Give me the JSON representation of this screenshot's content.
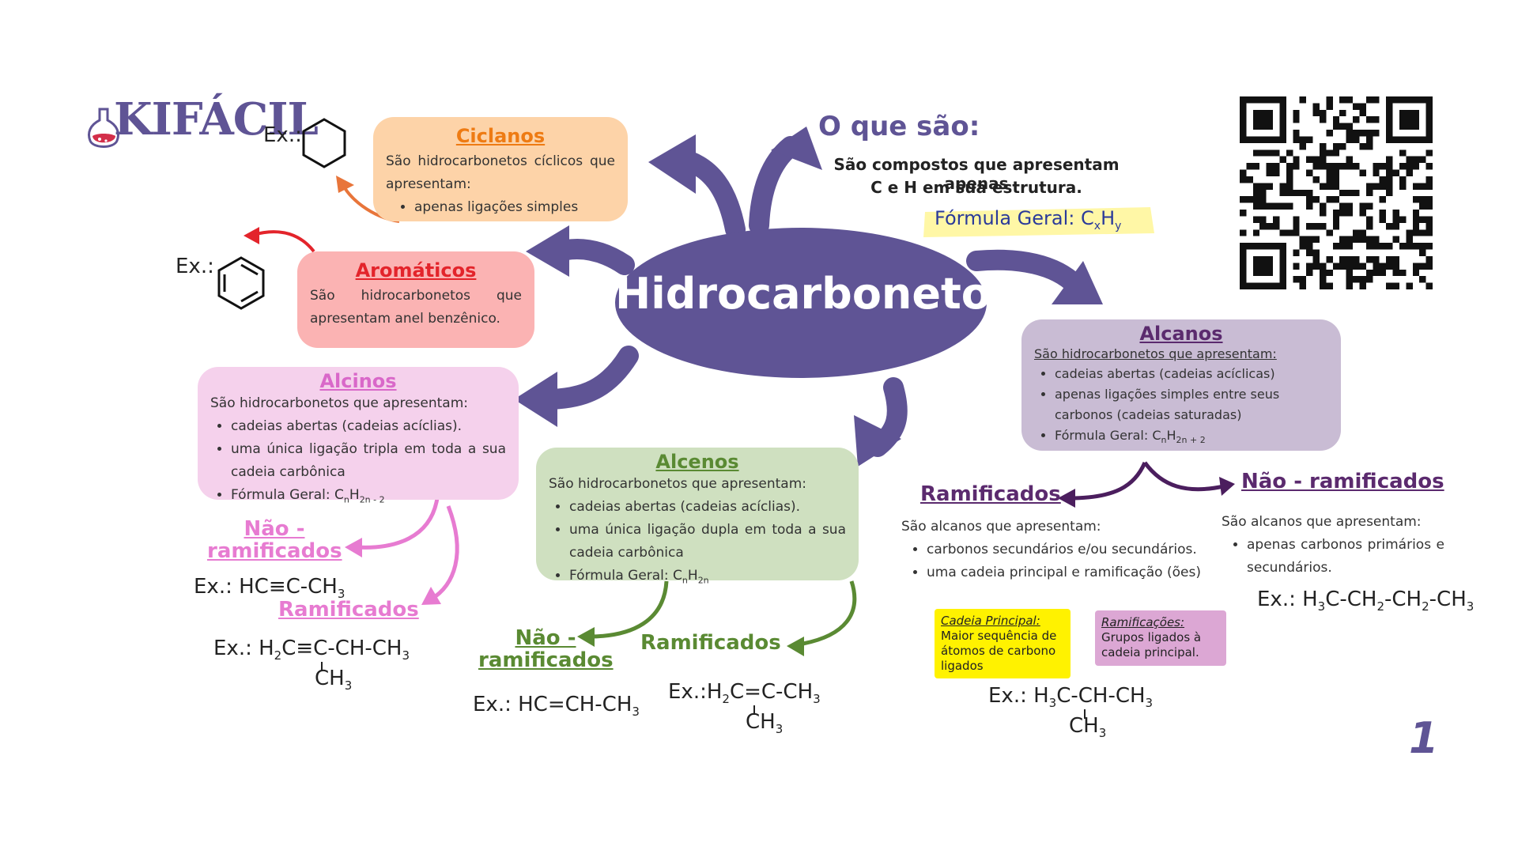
{
  "brand": {
    "name": "KIFÁCIL"
  },
  "center": {
    "title": "Hidrocarbonetos"
  },
  "intro": {
    "heading": "O que são:",
    "text_line1": "São compostos que apresentam apenas",
    "text_line2": "C e H em sua estrutura.",
    "formula_label": "Fórmula Geral:",
    "formula_c": "C",
    "formula_x": "x",
    "formula_h": "H",
    "formula_y": "y"
  },
  "ciclanos": {
    "example_label": "Ex.:",
    "title": "Ciclanos",
    "text": "São hidrocarbonetos cíclicos que apresentam:",
    "items": [
      "apenas ligações simples"
    ]
  },
  "aromaticos": {
    "example_label": "Ex.:",
    "title": "Aromáticos",
    "text": "São hidrocarbonetos que apresentam anel benzênico."
  },
  "alcinos": {
    "title": "Alcinos",
    "text": "São hidrocarbonetos que apresentam:",
    "items": [
      "cadeias abertas (cadeias acíclias).",
      "uma única ligação tripla em toda a sua cadeia carbônica"
    ],
    "formula_prefix": "Fórmula Geral: C",
    "formula_n": "n",
    "formula_h": "H",
    "formula_sub": "2n - 2",
    "nao_ramificados": "Não - ramificados",
    "ramificados": "Ramificados",
    "ex1_label": "Ex.:",
    "ex1_formula": "HC≡C-CH",
    "ex1_sub": "3",
    "ex2_label": "Ex.:",
    "ex2_h": "H",
    "ex2_sub1": "2",
    "ex2_rest": "C≡C-CH-CH",
    "ex2_sub2": "3",
    "ex2_branch": "CH",
    "ex2_branch_sub": "3"
  },
  "alcenos": {
    "title": "Alcenos",
    "text": "São hidrocarbonetos que apresentam:",
    "items": [
      "cadeias abertas (cadeias acíclias).",
      "uma única ligação dupla em toda a sua cadeia carbônica"
    ],
    "formula_prefix": "Fórmula Geral: C",
    "formula_n": "n",
    "formula_h": "H",
    "formula_sub": "2n",
    "nao_ramificados": "Não - ramificados",
    "ramificados": "Ramificados",
    "ex1_label": "Ex.:",
    "ex1_formula": "HC=CH-CH",
    "ex1_sub": "3",
    "ex2_label": "Ex.:",
    "ex2_h": "H",
    "ex2_sub1": "2",
    "ex2_rest": "C=C-CH",
    "ex2_sub2": "3",
    "ex2_branch": "CH",
    "ex2_branch_sub": "3"
  },
  "alcanos": {
    "title": "Alcanos",
    "text": "São hidrocarbonetos que apresentam:",
    "items": [
      "cadeias abertas (cadeias acíclicas)",
      "apenas ligações simples entre seus carbonos (cadeias saturadas)"
    ],
    "formula_prefix": "Fórmula Geral: C",
    "formula_n": "n",
    "formula_h": "H",
    "formula_sub": "2n + 2",
    "ramificados": {
      "title": "Ramificados",
      "text": "São alcanos que apresentam:",
      "items": [
        "carbonos secundários e/ou secundários.",
        "uma cadeia principal e ramificação (ões)"
      ],
      "note1_title": "Cadeia Principal:",
      "note1_text": "Maior sequência de átomos de carbono ligados",
      "note2_title": "Ramificações:",
      "note2_text": "Grupos ligados à cadeia principal.",
      "ex_label": "Ex.:",
      "ex_h": "H",
      "ex_sub1": "3",
      "ex_rest": "C-CH-CH",
      "ex_sub2": "3",
      "ex_branch": "CH",
      "ex_branch_sub": "3"
    },
    "nao_ramificados": {
      "title": "Não - ramificados",
      "text": "São alcanos que apresentam:",
      "items": [
        "apenas carbonos primários e secundários."
      ],
      "ex_label": "Ex.:",
      "ex_h": "H",
      "ex_sub1": "3",
      "ex_p1": "C-CH",
      "ex_sub2": "2",
      "ex_p2": "-CH",
      "ex_sub3": "2",
      "ex_p3": "-CH",
      "ex_sub4": "3"
    }
  },
  "page_number": "1",
  "colors": {
    "purple": "#5f5495",
    "ciclanos_bg": "#fdd3a8",
    "ciclanos_title": "#ee7b13",
    "aromaticos_bg": "#fbb3b3",
    "aromaticos_title": "#e3242b",
    "alcinos_bg": "#f5d1ec",
    "alcinos_title": "#d968c9",
    "alcenos_bg": "#cfe0c0",
    "alcenos_title": "#5a8a33",
    "alcanos_bg": "#c9bcd4",
    "alcanos_title": "#5b2a6e",
    "highlight_yellow": "#fff200",
    "highlight_pink": "#dca7d4"
  }
}
